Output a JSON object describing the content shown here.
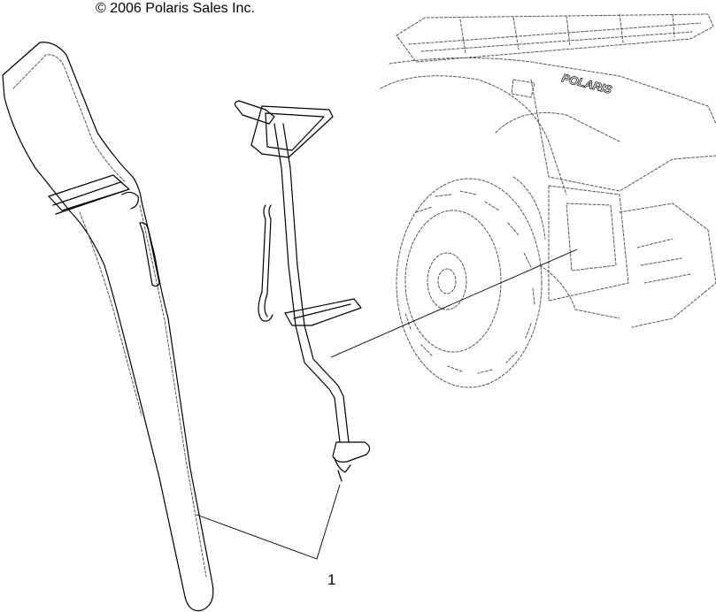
{
  "header": {
    "copyright": "© 2006 Polaris Sales Inc."
  },
  "vehicle": {
    "brand_label": "POLARIS"
  },
  "callouts": [
    {
      "number": "1"
    }
  ]
}
